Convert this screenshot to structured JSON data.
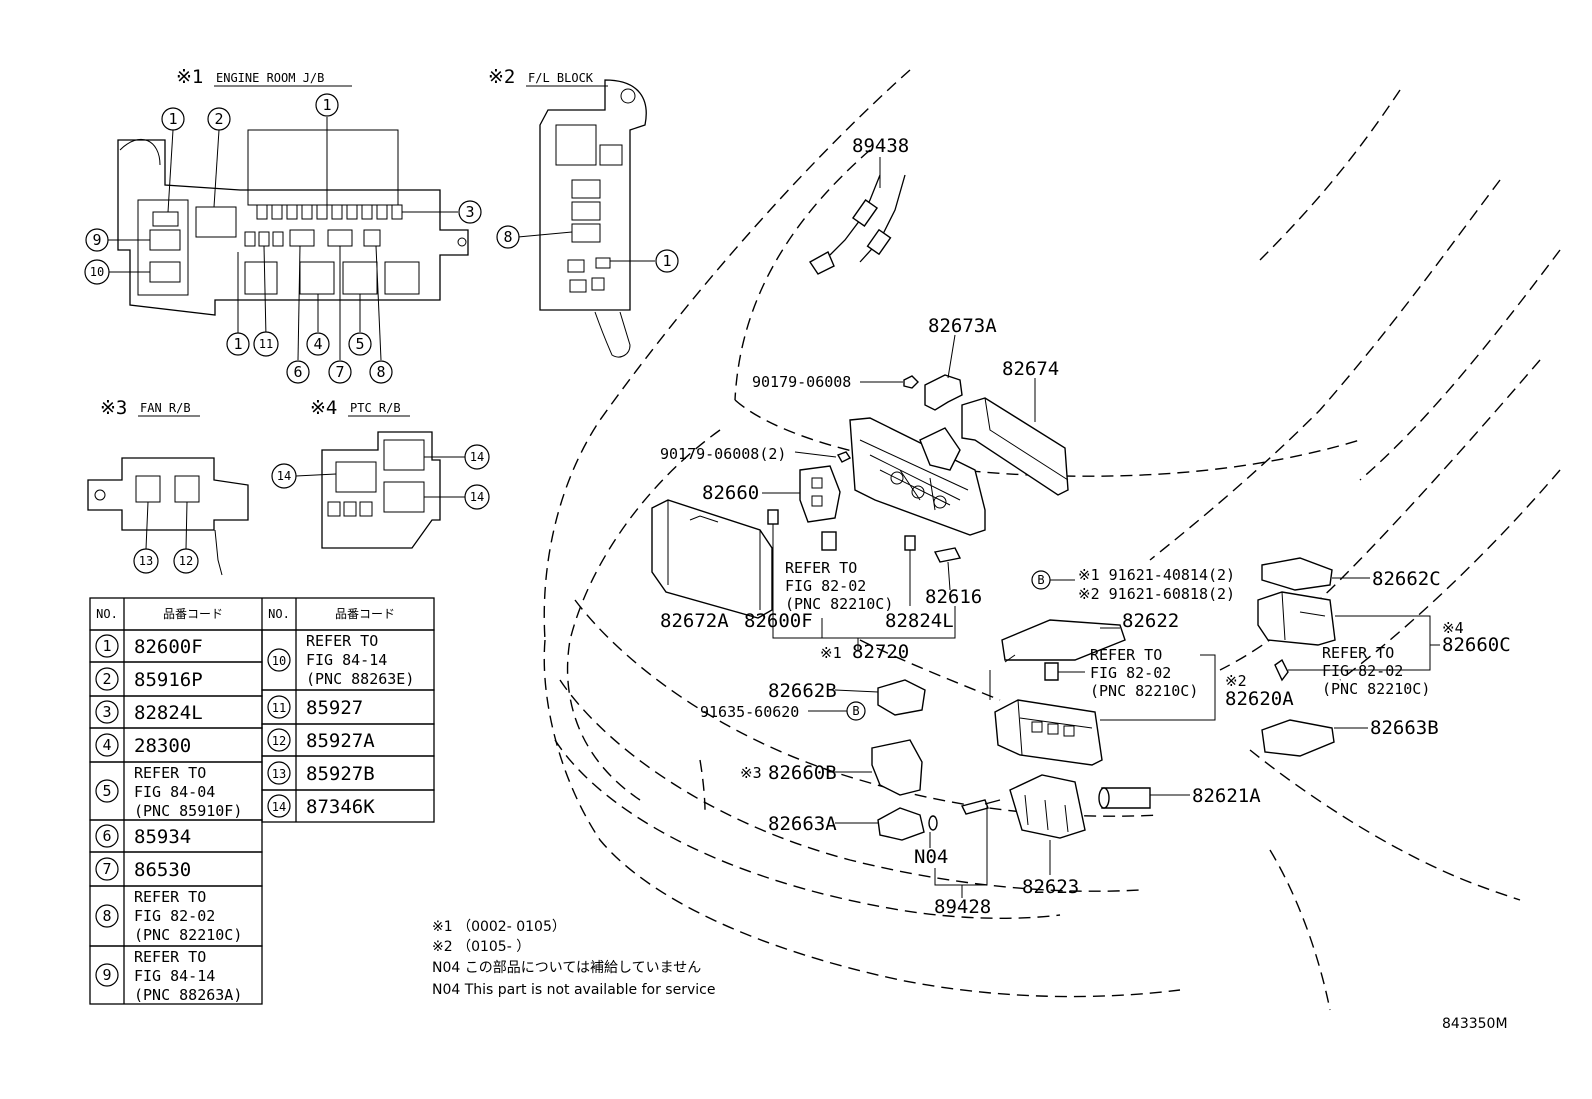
{
  "insets": {
    "engine_room_jb": {
      "mark": "※1",
      "title": "ENGINE ROOM J/B"
    },
    "fl_block": {
      "mark": "※2",
      "title": "F/L BLOCK"
    },
    "fan_rb": {
      "mark": "※3",
      "title": "FAN R/B"
    },
    "ptc_rb": {
      "mark": "※4",
      "title": "PTC R/B"
    }
  },
  "callouts": {
    "c1": "1",
    "c2": "2",
    "c3": "3",
    "c4": "4",
    "c5": "5",
    "c6": "6",
    "c7": "7",
    "c8": "8",
    "c9": "9",
    "c10": "10",
    "c11": "11",
    "c12": "12",
    "c13": "13",
    "c14": "14",
    "b": "B"
  },
  "table": {
    "header": {
      "no": "NO.",
      "code": "品番コード"
    },
    "left_rows": [
      {
        "no": "1",
        "lines": [
          "82600F"
        ]
      },
      {
        "no": "2",
        "lines": [
          "85916P"
        ]
      },
      {
        "no": "3",
        "lines": [
          "82824L"
        ]
      },
      {
        "no": "4",
        "lines": [
          "28300"
        ]
      },
      {
        "no": "5",
        "lines": [
          "REFER TO",
          "FIG 84-04",
          "(PNC 85910F)"
        ]
      },
      {
        "no": "6",
        "lines": [
          "85934"
        ]
      },
      {
        "no": "7",
        "lines": [
          "86530"
        ]
      },
      {
        "no": "8",
        "lines": [
          "REFER TO",
          "FIG 82-02",
          "(PNC 82210C)"
        ]
      },
      {
        "no": "9",
        "lines": [
          "REFER TO",
          "FIG 84-14",
          "(PNC 88263A)"
        ]
      }
    ],
    "right_rows": [
      {
        "no": "10",
        "lines": [
          "REFER TO",
          "FIG 84-14",
          "(PNC 88263E)"
        ]
      },
      {
        "no": "11",
        "lines": [
          "85927"
        ]
      },
      {
        "no": "12",
        "lines": [
          "85927A"
        ]
      },
      {
        "no": "13",
        "lines": [
          "85927B"
        ]
      },
      {
        "no": "14",
        "lines": [
          "87346K"
        ]
      }
    ]
  },
  "parts": {
    "p89438": "89438",
    "p82673A": "82673A",
    "p82674": "82674",
    "p90179a": "90179-06008",
    "p90179b": "90179-06008(2)",
    "p82660": "82660",
    "refer1": [
      "REFER TO",
      "FIG 82-02",
      "(PNC 82210C)"
    ],
    "p82672A": "82672A",
    "p82600F": "82600F",
    "p82824L": "82824L",
    "p82616": "82616",
    "p82720": "82720",
    "mark1": "※1",
    "p91621a": "※1 91621-40814(2)",
    "p91621b": "※2 91621-60818(2)",
    "p82622": "82622",
    "p82662C": "82662C",
    "mark4": "※4",
    "p82660C": "82660C",
    "refer2": [
      "REFER TO",
      "FIG 82-02",
      "(PNC 82210C)"
    ],
    "refer3": [
      "REFER TO",
      "FIG 82-02",
      "(PNC 82210C)"
    ],
    "mark2": "※2",
    "p82620A": "82620A",
    "p82662B": "82662B",
    "p91635": "91635-60620",
    "mark3": "※3",
    "p82660B": "82660B",
    "p82663B": "82663B",
    "p82621A": "82621A",
    "p82663A": "82663A",
    "pN04": "N04",
    "p82623": "82623",
    "p89428": "89428"
  },
  "notes": [
    "※1 （0002- 0105）",
    "※2 （0105-        ）",
    "N04 この部品については補給していません",
    "N04 This part is not available for service"
  ],
  "figure_code": "843350M"
}
